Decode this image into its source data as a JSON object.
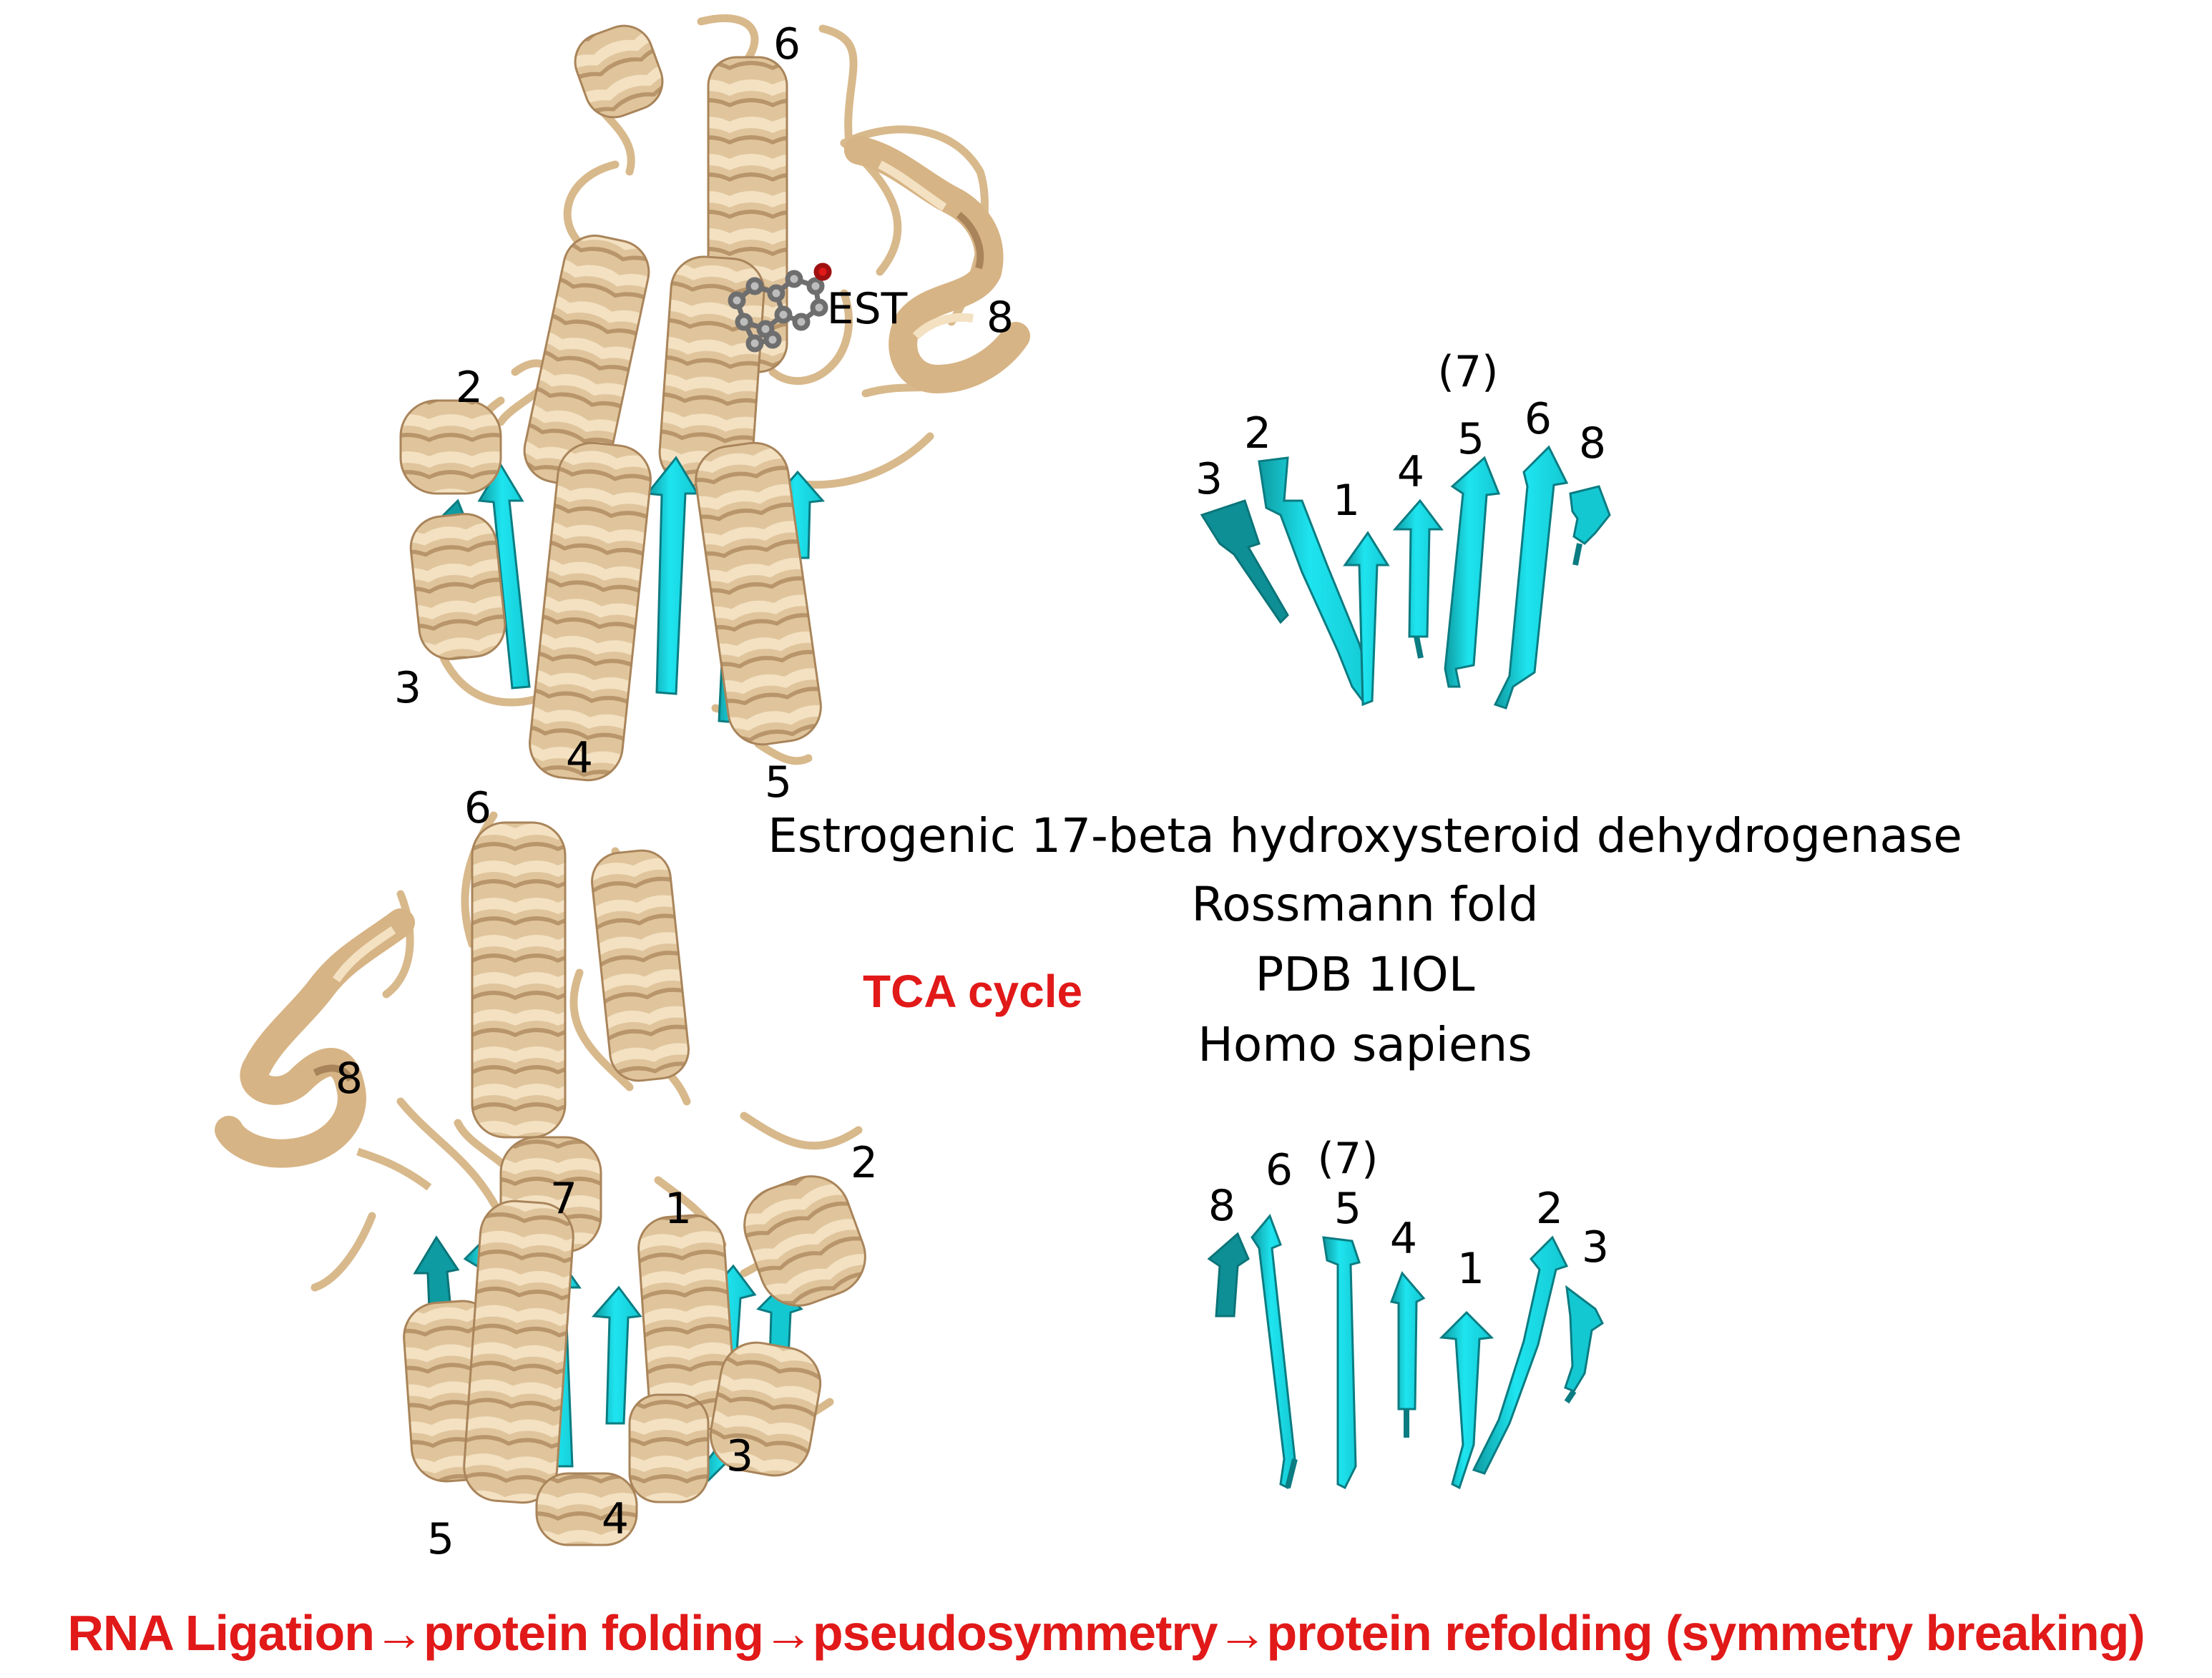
{
  "colors": {
    "helix": "#e0c59c",
    "helix_dark": "#b8956a",
    "strand_light": "#1ee4ef",
    "strand_dark": "#0e9ba1",
    "red_text": "#e11919"
  },
  "top_structure": {
    "labels": {
      "helix_6": "6",
      "ligand": "EST",
      "helix_8": "8",
      "helix_2": "2",
      "helix_3": "3",
      "helix_4": "4",
      "helix_5": "5"
    }
  },
  "top_sheet": {
    "labels": {
      "s3": "3",
      "s2": "2",
      "s1": "1",
      "s4": "4",
      "s7": "(7)",
      "s5": "5",
      "s6": "6",
      "s8": "8"
    }
  },
  "description": {
    "line1": "Estrogenic 17-beta hydroxysteroid dehydrogenase",
    "line2": "Rossmann fold",
    "line3": "PDB 1IOL",
    "line4": "Homo sapiens"
  },
  "tca_label": "TCA cycle",
  "bottom_structure": {
    "labels": {
      "helix_6": "6",
      "helix_8": "8",
      "helix_2": "2",
      "strand_7": "7",
      "strand_1": "1",
      "helix_3": "3",
      "helix_5": "5",
      "helix_4": "4"
    }
  },
  "bottom_sheet": {
    "labels": {
      "s8": "8",
      "s6": "6",
      "s7": "(7)",
      "s5": "5",
      "s4": "4",
      "s1": "1",
      "s2": "2",
      "s3": "3"
    }
  },
  "footer": "RNA Ligation→protein folding→pseudosymmetry→protein refolding (symmetry breaking)"
}
